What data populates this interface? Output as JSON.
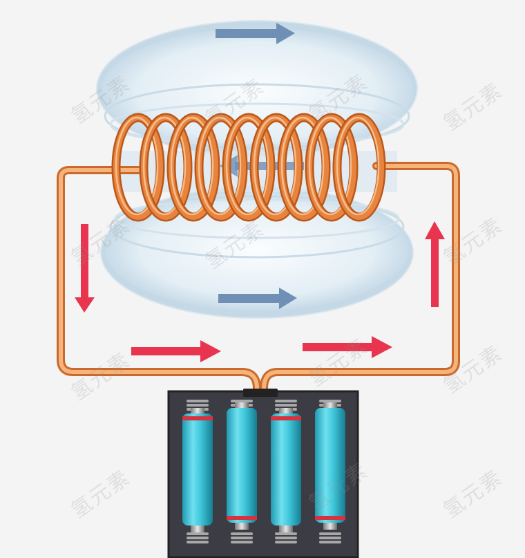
{
  "colors": {
    "background": "#f4f4f4",
    "field": "#c9dde9",
    "field_highlight": "#f5fafd",
    "wire": "#e8843d",
    "wire_highlight": "#f6b47c",
    "current_arrow": "#e8344f",
    "field_arrow": "#6f8fb5",
    "battery_case": "#3c3c44",
    "battery_cell": "#3fc7db",
    "battery_band": "#d8323f",
    "spring": "#9a9a9a"
  },
  "watermark": {
    "text": "氢元素"
  },
  "icons": {
    "current_direction": "arrow",
    "field_direction": "arrow",
    "cell": "battery-icon"
  }
}
